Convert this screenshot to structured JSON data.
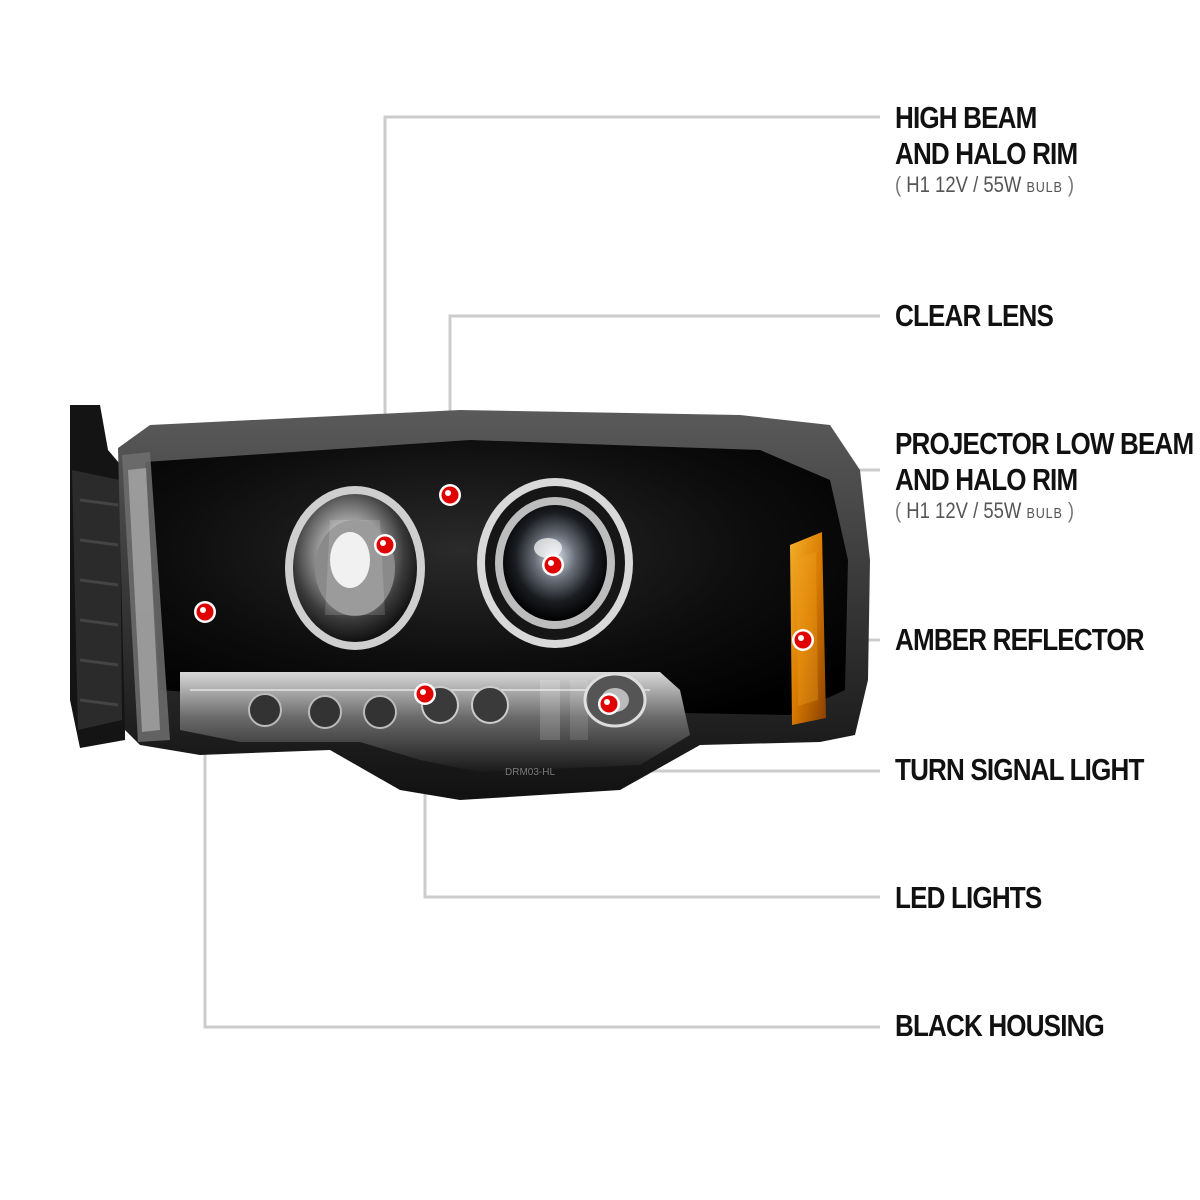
{
  "colors": {
    "leader_line": "#cccccc",
    "marker_fill": "#e00000",
    "marker_ring": "#ffffff",
    "housing": "#0a0a0a",
    "amber": "#e08a00",
    "label_text": "#111111",
    "spec_text": "#555555"
  },
  "callouts": [
    {
      "id": "high-beam",
      "lines": [
        "HIGH BEAM",
        "AND HALO RIM"
      ],
      "spec": {
        "open": "(",
        "main": "H1  12V / 55W",
        "suffix": "BULB",
        "close": ")"
      }
    },
    {
      "id": "clear-lens",
      "lines": [
        "CLEAR LENS"
      ]
    },
    {
      "id": "projector-low-beam",
      "lines": [
        "PROJECTOR LOW BEAM",
        "AND HALO RIM"
      ],
      "spec": {
        "open": "(",
        "main": "H1  12V / 55W",
        "suffix": "BULB",
        "close": ")"
      }
    },
    {
      "id": "amber-reflector",
      "lines": [
        "AMBER REFLECTOR"
      ]
    },
    {
      "id": "turn-signal",
      "lines": [
        "TURN SIGNAL LIGHT"
      ]
    },
    {
      "id": "led-lights",
      "lines": [
        "LED LIGHTS"
      ]
    },
    {
      "id": "black-housing",
      "lines": [
        "BLACK HOUSING"
      ]
    }
  ],
  "product_image": {
    "subject": "headlight-assembly",
    "lens_stamp_1": "DRM03-HL"
  }
}
